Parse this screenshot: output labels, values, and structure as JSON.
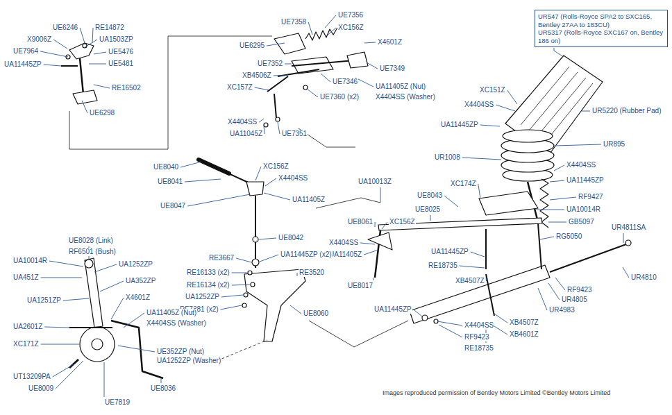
{
  "diagram": {
    "nodes": [
      {
        "text": [
          "UR547 (Rolls-Royce SPA2 to SXC165, Bentley 27AA to 183CU)",
          "UR5317 (Rolls-Royce SXC167 on, Bentley 186 on)"
        ]
      }
    ],
    "edges": [],
    "labels": [
      "UE6246",
      "RE14872",
      "X9006Z",
      "UA1503ZP",
      "UE7964",
      "UE5476",
      "UA11445ZP",
      "UE5481",
      "RE16502",
      "UE6298",
      "UE7358",
      "UE7356",
      "XC156Z",
      "X4601Z",
      "UE6295",
      "UE7349",
      "UE7352",
      "XB4506Z",
      "UE7346",
      "UA11405Z (Nut)",
      "X4404SS (Washer)",
      "XC157Z",
      "UE7360 (x2)",
      "X4404SS",
      "UA11045Z",
      "UE7351",
      "XC151Z",
      "X4404SS",
      "UA11445ZP",
      "UR5220 (Rubber Pad)",
      "UR895",
      "UR1008",
      "X4404SS",
      "UA11445ZP",
      "XC174Z",
      "UE8043",
      "RF9427",
      "UA10013Z",
      "UA10014R",
      "UE8025",
      "UE8061",
      "XC156Z",
      "GB5097",
      "UR4811SA",
      "RG5050",
      "X4404SS",
      "UA11405Z",
      "UA11445ZP",
      "RE18735",
      "UR4810",
      "RF9423",
      "UR4805",
      "UR4983",
      "XB4507Z",
      "UE8017",
      "UA11445ZP",
      "X4404SS",
      "XB4507Z",
      "RF9423",
      "XB4601Z",
      "RE18735",
      "UE8040",
      "XC156Z",
      "X4404SS",
      "UE8041",
      "UA11405Z",
      "UE8047",
      "UE8042",
      "UA11445ZP (x2)",
      "RE3667",
      "RE16133 (x2)",
      "RE3520",
      "RE16134 (x2)",
      "UA1252ZP",
      "RF7381 (x2)",
      "UE8060",
      "UE8028 (Link)",
      "RF6501 (Bush)",
      "UA10014R",
      "UA1252ZP",
      "UA451Z",
      "UA352ZP",
      "UA1251ZP",
      "X4601Z",
      "UA2601Z",
      "UA11405Z (Nut)",
      "X4404SS (Washer)",
      "XC171Z",
      "UE352ZP (Nut)",
      "UA1252ZP (Washer)",
      "UT13209PA",
      "UE8009",
      "UE7819",
      "UE8036",
      "Images reproduced permission of Bentley Motors Limited ©Bentley Motors Limited"
    ]
  }
}
